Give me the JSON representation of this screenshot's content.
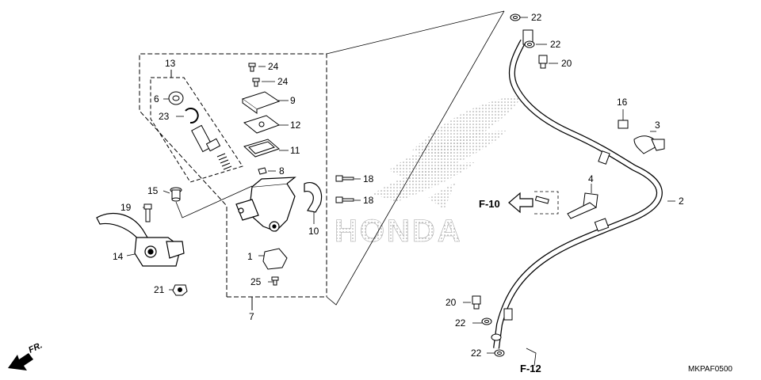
{
  "watermark": "HONDA",
  "diagram_code": "MKPAF0500",
  "front_marker": "FR.",
  "references": {
    "f10": "F-10",
    "f12": "F-12"
  },
  "callouts": {
    "c1": "1",
    "c2": "2",
    "c3": "3",
    "c4": "4",
    "c6": "6",
    "c7": "7",
    "c8": "8",
    "c9": "9",
    "c10": "10",
    "c11": "11",
    "c12": "12",
    "c13": "13",
    "c14": "14",
    "c15": "15",
    "c16": "16",
    "c18a": "18",
    "c18b": "18",
    "c19": "19",
    "c20a": "20",
    "c20b": "20",
    "c21": "21",
    "c22a": "22",
    "c22b": "22",
    "c22c": "22",
    "c22d": "22",
    "c23": "23",
    "c24a": "24",
    "c24b": "24",
    "c25": "25"
  }
}
